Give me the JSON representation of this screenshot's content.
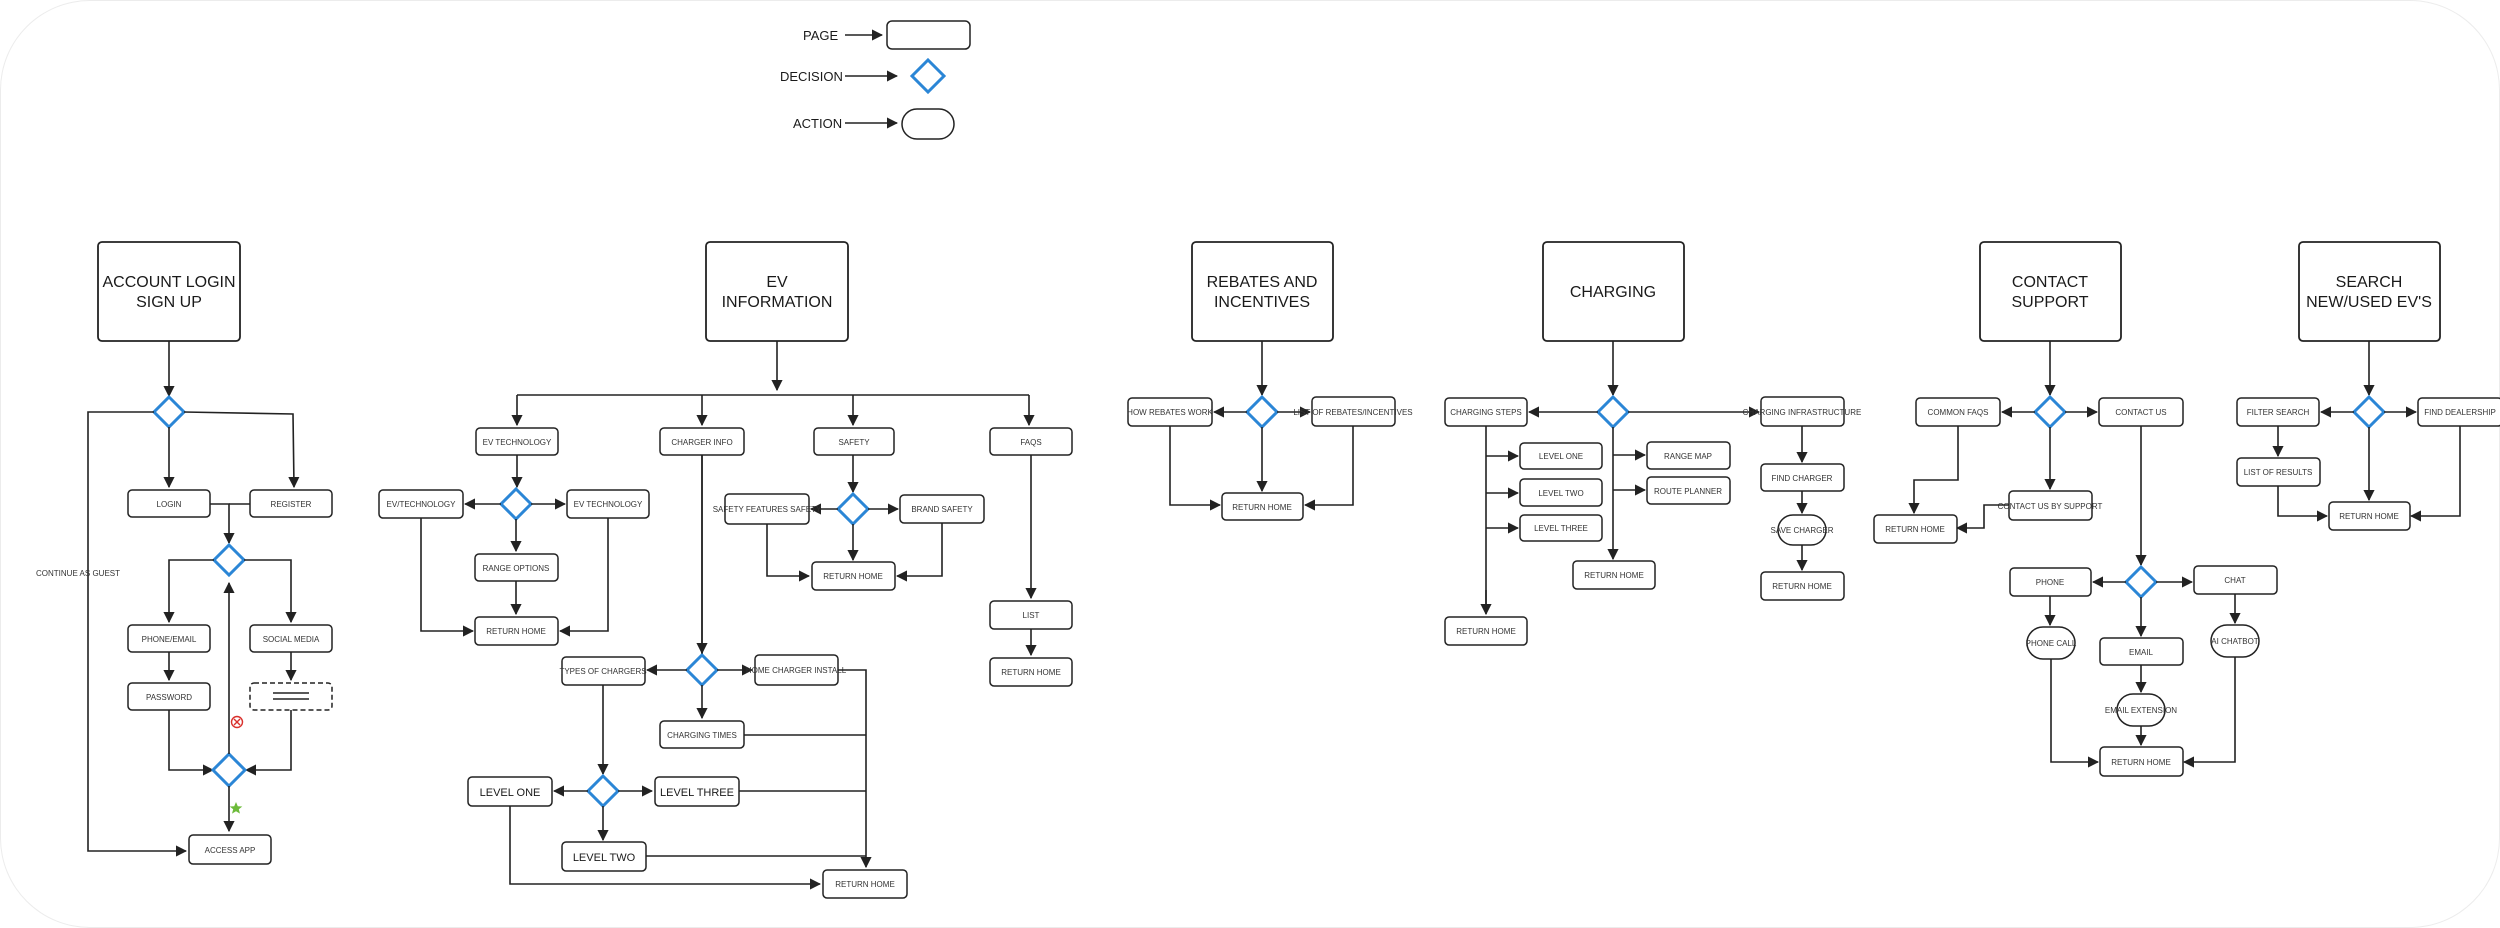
{
  "legend": {
    "page": "PAGE",
    "decision": "DECISION",
    "action": "ACTION"
  },
  "headers": {
    "account": [
      "ACCOUNT LOGIN",
      "SIGN UP"
    ],
    "ev": [
      "EV",
      "INFORMATION"
    ],
    "rebates": [
      "REBATES AND",
      "INCENTIVES"
    ],
    "charging": [
      "CHARGING"
    ],
    "contact": [
      "CONTACT",
      "SUPPORT"
    ],
    "search": [
      "SEARCH",
      "NEW/USED EV'S"
    ]
  },
  "labels": {
    "login": "LOGIN",
    "register": "REGISTER",
    "continue_guest": "CONTINUE AS GUEST",
    "phone_email": "PHONE/EMAIL",
    "social_media": "SOCIAL MEDIA",
    "password": "PASSWORD",
    "access_app": "ACCESS APP",
    "ev_technology_1": "EV TECHNOLOGY",
    "charger_info": "CHARGER INFO",
    "safety": "SAFETY",
    "faqs": "FAQS",
    "ev_tech_left": "EV/TECHNOLOGY",
    "ev_tech_right": "EV TECHNOLOGY",
    "range_options": "RANGE OPTIONS",
    "return_home": "RETURN HOME",
    "types_of_chargers": "TYPES OF CHARGERS",
    "home_charger_install": "HOME CHARGER INSTALL",
    "charging_times": "CHARGING TIMES",
    "level_one": "LEVEL ONE",
    "level_two": "LEVEL TWO",
    "level_three": "LEVEL THREE",
    "safety_features": "SAFETY FEATURES SAFETY",
    "brand_safety": "BRAND SAFETY",
    "list": "LIST",
    "how_rebates_work": "HOW REBATES WORK",
    "list_rebates": "LIST OF REBATES/INCENTIVES",
    "charging_steps": "CHARGING STEPS",
    "level_one_b": "LEVEL ONE",
    "level_two_b": "LEVEL TWO",
    "level_three_b": "LEVEL THREE",
    "range_map": "RANGE MAP",
    "route_planner": "ROUTE PLANNER",
    "charging_infrastructure": "CHARGING INFRASTRUCTURE",
    "find_charger": "FIND CHARGER",
    "save_charger": "SAVE CHARGER",
    "common_faq": "COMMON FAQS",
    "contact_us": "CONTACT US",
    "contact_by": "CONTACT US BY SUPPORT",
    "phone": "PHONE",
    "chat": "CHAT",
    "phone_call": "PHONE CALL",
    "email": "EMAIL",
    "ai_chatbot": "AI CHATBOT",
    "email_extension": "EMAIL EXTENSION",
    "filter_search": "FILTER SEARCH",
    "find_dealership": "FIND DEALERSHIP",
    "list_results": "LIST OF RESULTS"
  },
  "icons": {
    "error": "x-circle-icon",
    "success": "star-icon"
  },
  "colors": {
    "decision_stroke": "#2b86d6",
    "error": "#d9302c",
    "success": "#6dbb3a"
  }
}
